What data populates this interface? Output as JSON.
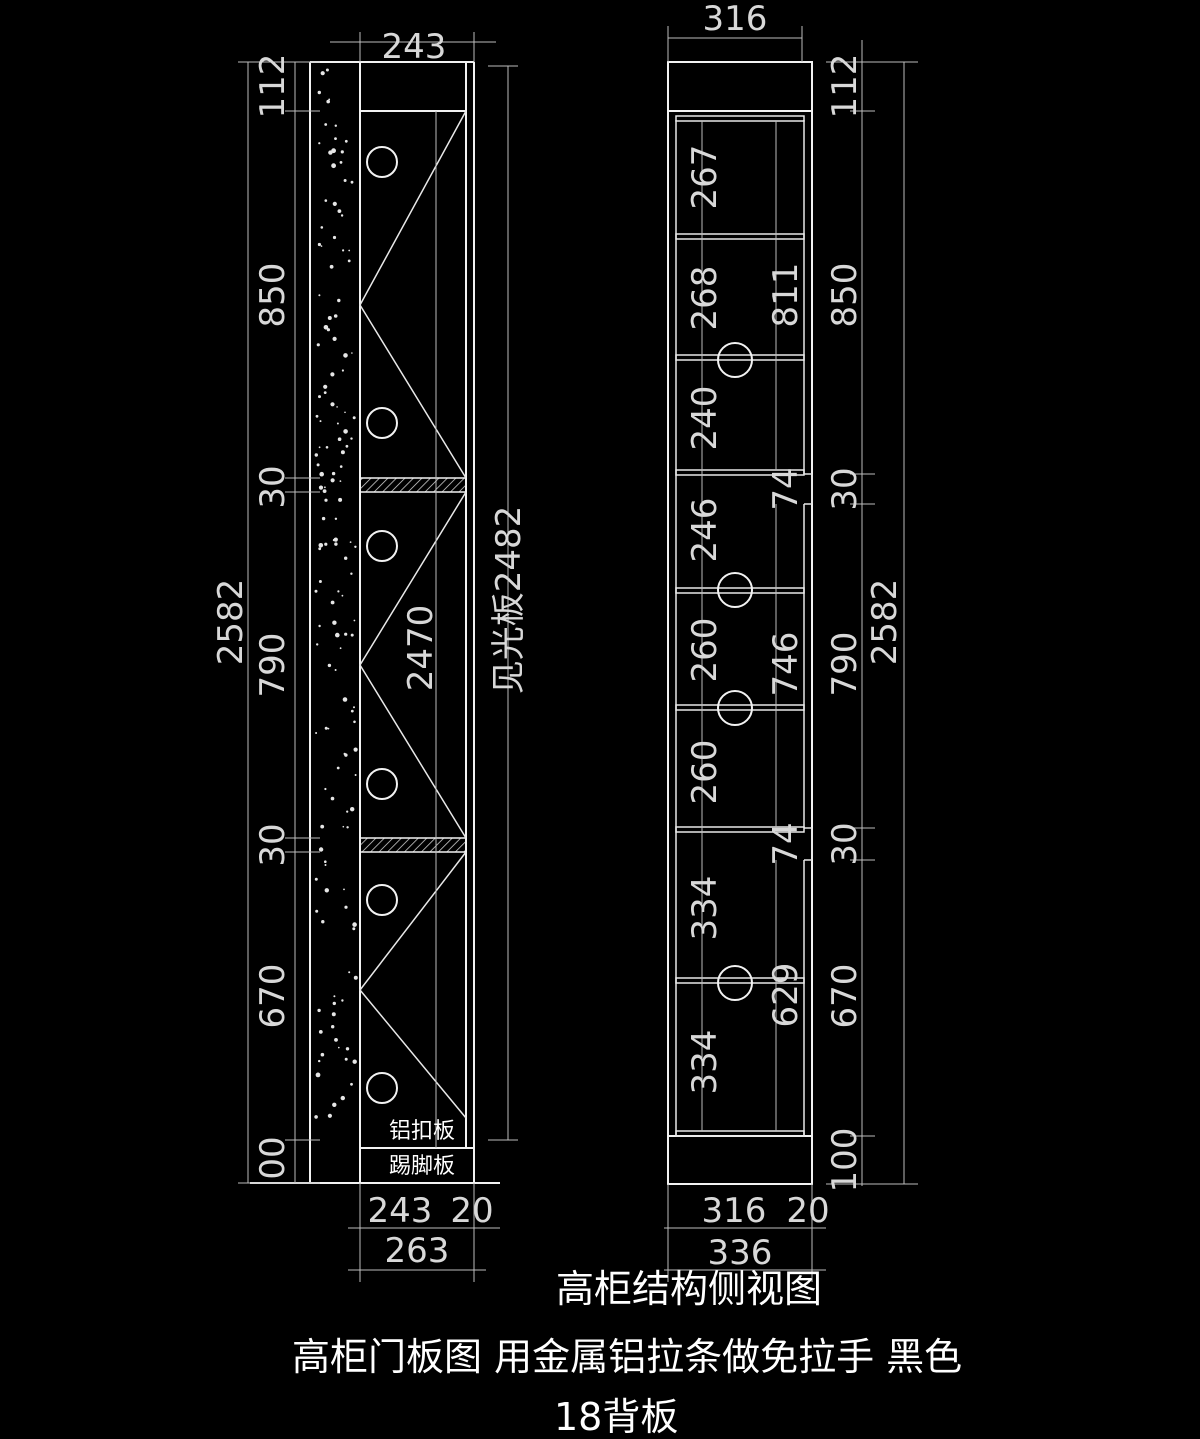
{
  "colors": {
    "background": "#000000",
    "lines": "#f2f2f2",
    "dims": "#bdbdbd"
  },
  "captions": {
    "title": "高柜结构侧视图",
    "line2": "高柜门板图 用金属铝拉条做免拉手  黑色",
    "line3": "18背板"
  },
  "left_view": {
    "top_width": "243",
    "bottom_widths": [
      "243",
      "20"
    ],
    "bottom_total": "263",
    "left_segments": [
      "112",
      "850",
      "30",
      "790",
      "30",
      "670",
      "00"
    ],
    "total_height": "2582",
    "inner_height": "2470",
    "side_note": "见光板2482",
    "label_aluminum": "铝扣板",
    "label_kick": "踢脚板"
  },
  "right_view": {
    "top_width": "316",
    "bottom_widths": [
      "316",
      "20"
    ],
    "bottom_total": "336",
    "shelf_dims": [
      "267",
      "268",
      "240",
      "246",
      "260",
      "260",
      "334",
      "334"
    ],
    "section_dims": [
      "811",
      "746",
      "629"
    ],
    "step_dims": [
      "74",
      "74"
    ],
    "right_segments": [
      "112",
      "850",
      "30",
      "790",
      "30",
      "670",
      "100"
    ],
    "total_height": "2582"
  }
}
